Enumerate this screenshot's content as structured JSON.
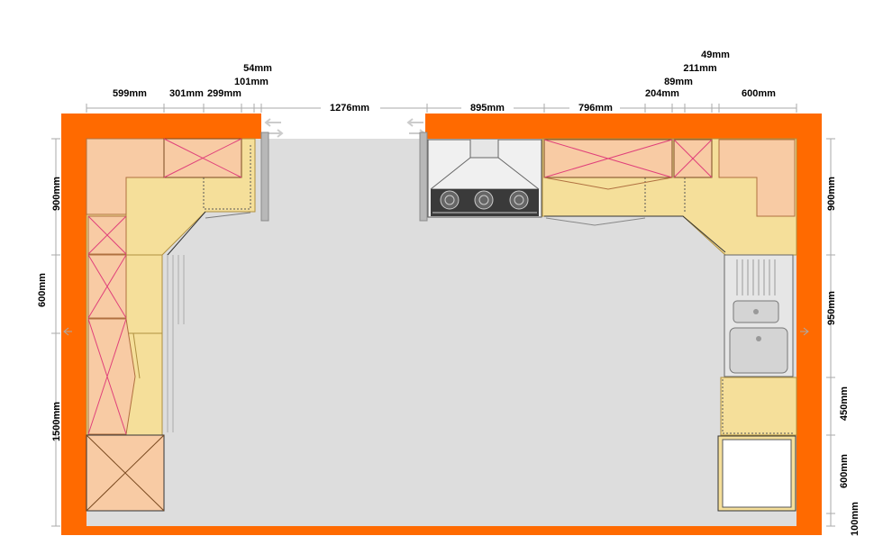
{
  "dimensions": {
    "top": [
      {
        "id": "top-599",
        "text": "599mm"
      },
      {
        "id": "top-301",
        "text": "301mm"
      },
      {
        "id": "top-299",
        "text": "299mm"
      },
      {
        "id": "top-101",
        "text": "101mm"
      },
      {
        "id": "top-54",
        "text": "54mm"
      },
      {
        "id": "top-1276",
        "text": "1276mm"
      },
      {
        "id": "top-895",
        "text": "895mm"
      },
      {
        "id": "top-796",
        "text": "796mm"
      },
      {
        "id": "top-204",
        "text": "204mm"
      },
      {
        "id": "top-89",
        "text": "89mm"
      },
      {
        "id": "top-211",
        "text": "211mm"
      },
      {
        "id": "top-49",
        "text": "49mm"
      },
      {
        "id": "top-600",
        "text": "600mm"
      }
    ],
    "left": [
      {
        "id": "left-900",
        "text": "900mm"
      },
      {
        "id": "left-600",
        "text": "600mm"
      },
      {
        "id": "left-1500",
        "text": "1500mm"
      }
    ],
    "right": [
      {
        "id": "right-900",
        "text": "900mm"
      },
      {
        "id": "right-950",
        "text": "950mm"
      },
      {
        "id": "right-450",
        "text": "450mm"
      },
      {
        "id": "right-600",
        "text": "600mm"
      },
      {
        "id": "right-100",
        "text": "100mm"
      }
    ]
  },
  "colors": {
    "wall": "#ff6a00",
    "floor": "#dddddd",
    "worktop": "#f5df9a",
    "wall_cabinet": "#f8cba4",
    "cabinet_cross": "#e0407a",
    "sink": "#d4d4d4"
  }
}
